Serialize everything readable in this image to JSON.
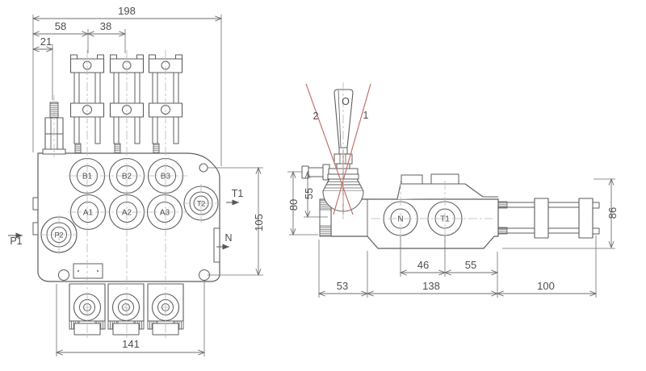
{
  "front_view": {
    "dims": {
      "overall_width": "198",
      "first_spool": "58",
      "spool_pitch": "38",
      "relief_valve": "21",
      "ports_height": "105",
      "mounting": "141"
    },
    "port_labels": {
      "b1": "B1",
      "b2": "B2",
      "b3": "B3",
      "a1": "A1",
      "a2": "A2",
      "a3": "A3",
      "t2": "T2",
      "p2": "P2"
    },
    "flow_labels": {
      "p1": "P1",
      "t1": "T1",
      "n": "N"
    }
  },
  "side_view": {
    "dims": {
      "lever_to_center": "55",
      "lever_to_base": "80",
      "n_to_t1": "46",
      "t1_to_edge": "55",
      "front_offset": "53",
      "body_length": "138",
      "rod_extension": "100",
      "body_height": "86"
    },
    "lever_labels": {
      "neutral": "O",
      "position_1": "1",
      "position_2": "2"
    },
    "port_labels": {
      "n": "N",
      "t1": "T1"
    }
  },
  "colors": {
    "line": "#5c5c5c",
    "dim_line": "#6e6e6e",
    "text": "#4d4d4d",
    "centerline": "#b9b9b9",
    "lever_positions_red": "#c0736b",
    "background": "#ffffff"
  }
}
